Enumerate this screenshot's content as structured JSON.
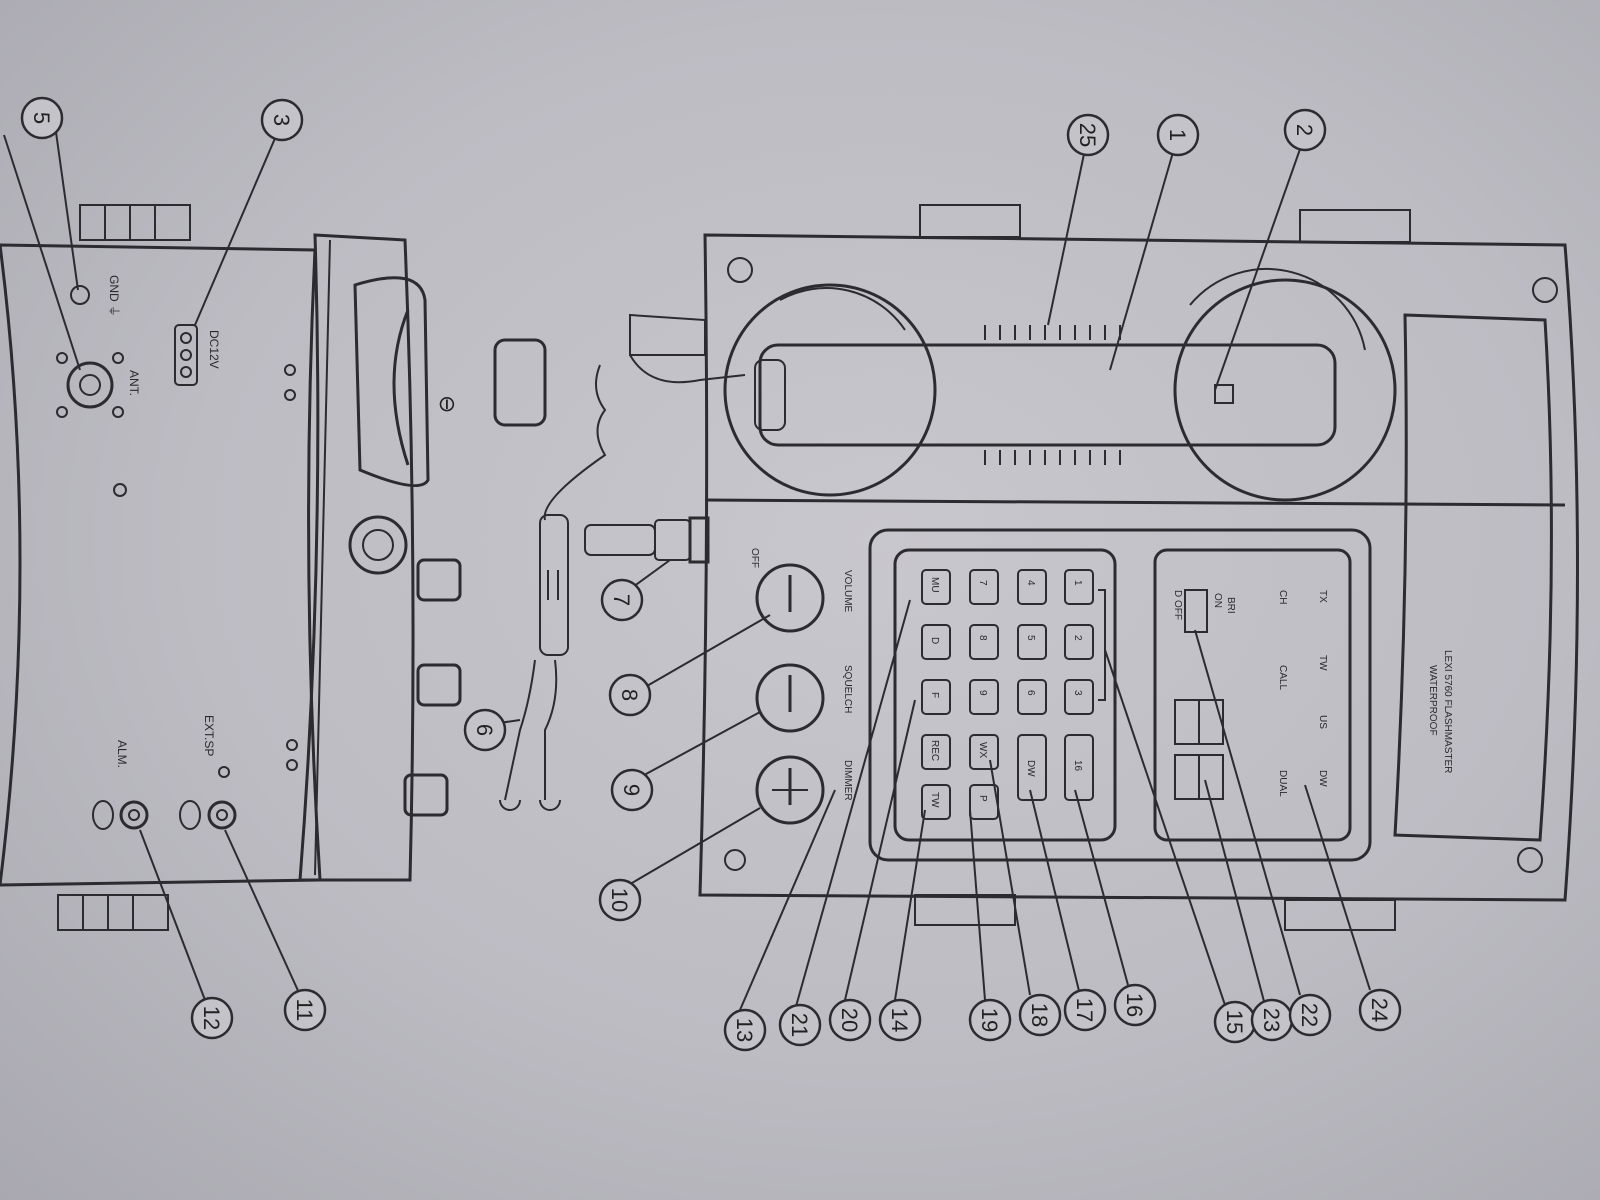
{
  "front_panel": {
    "labels": {
      "volume": "VOLUME",
      "squelch": "SQUELCH",
      "dimmer": "DIMMER",
      "off": "OFF",
      "tx": "TX",
      "tw": "TW",
      "us": "US",
      "dw": "DW",
      "ch": "CH",
      "call": "CALL",
      "dual": "DUAL",
      "bright": "BRI",
      "on": "ON",
      "doff": "D OFF",
      "nameplate_1": "LEXI 5760 FLASHMASTER",
      "nameplate_2": "WATERPROOF"
    },
    "keypad": [
      [
        "1",
        "2",
        "3",
        "16"
      ],
      [
        "4",
        "5",
        "6",
        "DW"
      ],
      [
        "7",
        "8",
        "9",
        "WX"
      ],
      [
        "MU",
        "D",
        "F",
        "REC"
      ],
      [
        "",
        "",
        "P",
        "TW"
      ]
    ]
  },
  "rear_panel": {
    "labels": {
      "gnd": "GND ⏚",
      "ant": "ANT.",
      "dc": "DC12V",
      "ext_sp": "EXT.SP",
      "alm": "ALM."
    }
  },
  "callouts": [
    "25",
    "1",
    "2",
    "3",
    "5",
    "7",
    "8",
    "9",
    "10",
    "6",
    "11",
    "12",
    "13",
    "21",
    "20",
    "14",
    "19",
    "18",
    "17",
    "16",
    "15",
    "23",
    "22",
    "24"
  ]
}
